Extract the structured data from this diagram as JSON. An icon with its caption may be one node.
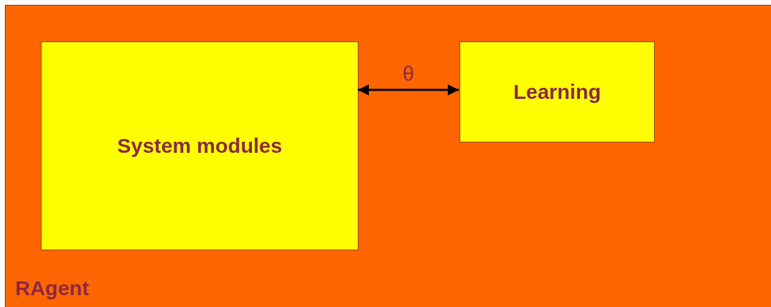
{
  "diagram": {
    "nodes": [
      {
        "text": [
          "RAgent"
        ]
      },
      {
        "text": [
          "System modules"
        ],
        "in": 0
      },
      {
        "text": [
          "Learning"
        ],
        "in": 0
      }
    ],
    "edges": [
      {
        "from": 1,
        "to": 2,
        "arrow": "both",
        "label": "θ"
      }
    ]
  }
}
